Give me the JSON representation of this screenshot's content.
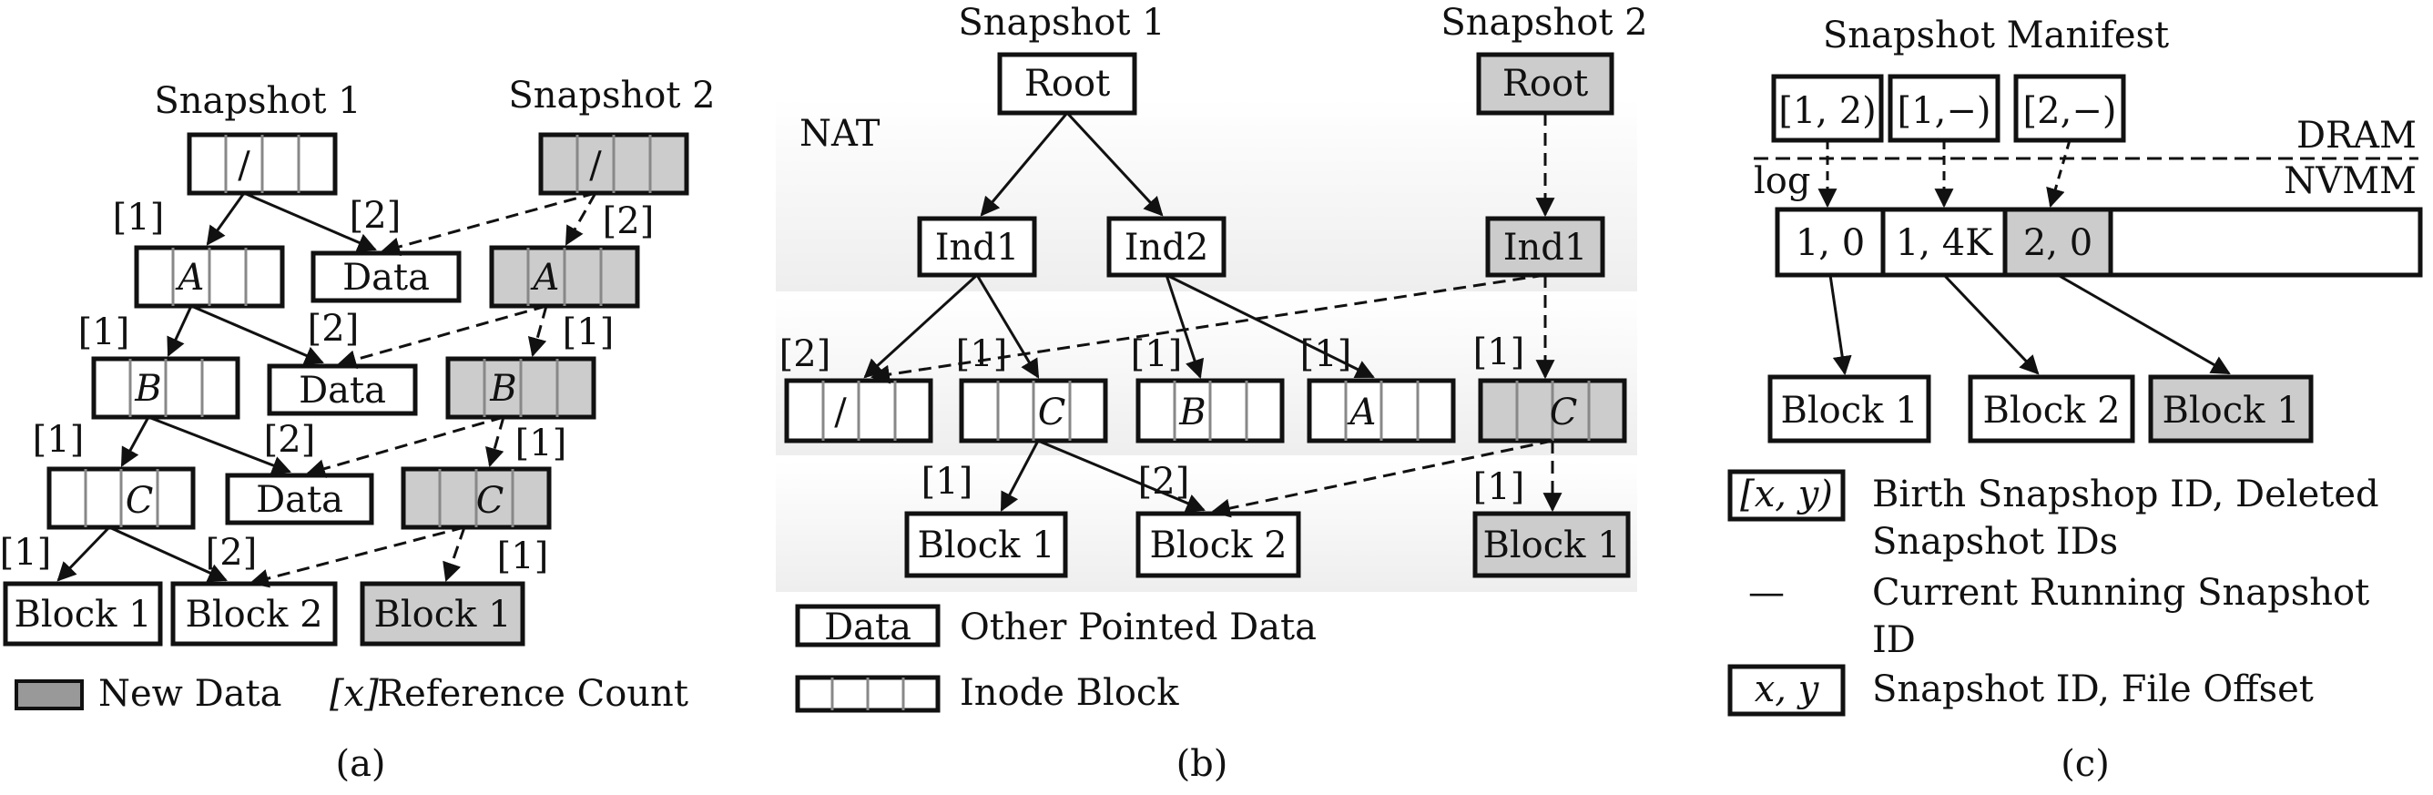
{
  "panel_a": {
    "snapshot1": "Snapshot 1",
    "snapshot2": "Snapshot 2",
    "root_label": "/",
    "a_label": "A",
    "b_label": "B",
    "c_label": "C",
    "data": "Data",
    "block1": "Block 1",
    "block2": "Block 2",
    "refs": {
      "a1": "[1]",
      "d1": "[2]",
      "a2": "[2]",
      "b1": "[1]",
      "d2": "[2]",
      "b2": "[1]",
      "c1": "[1]",
      "d3": "[2]",
      "c2": "[1]",
      "blk1": "[1]",
      "blk2": "[2]",
      "blk3": "[1]"
    },
    "legend_new": "New Data",
    "legend_ref_sym": "[x]",
    "legend_ref": "Reference Count",
    "caption": "(a)"
  },
  "panel_b": {
    "snapshot1": "Snapshot 1",
    "snapshot2": "Snapshot 2",
    "nat": "NAT",
    "root": "Root",
    "ind1": "Ind1",
    "ind2": "Ind2",
    "inode_slash": "/",
    "inode_c": "C",
    "inode_b": "B",
    "inode_a": "A",
    "block1": "Block 1",
    "block2": "Block 2",
    "refs": {
      "r1": "[2]",
      "r2": "[1]",
      "r3": "[1]",
      "r4": "[1]",
      "r5": "[1]",
      "r6": "[1]",
      "r7": "[2]",
      "r8": "[1]"
    },
    "legend_data": "Data",
    "legend_data_text": "Other Pointed Data",
    "legend_inode_text": "Inode Block",
    "caption": "(b)"
  },
  "panel_c": {
    "title": "Snapshot Manifest",
    "manifest": [
      "[1, 2)",
      "[1,−)",
      "[2,−)"
    ],
    "dram": "DRAM",
    "nvmm": "NVMM",
    "log": "log",
    "log_entries": [
      "1, 0",
      "1, 4K",
      "2, 0"
    ],
    "blocks": [
      "Block 1",
      "Block 2",
      "Block 1"
    ],
    "legend": [
      {
        "symbol": "[x, y)",
        "text1": "Birth Snapshop ID, Deleted",
        "text2": "Snapshot IDs"
      },
      {
        "symbol": "—",
        "text1": "Current Running Snapshot",
        "text2": "ID"
      },
      {
        "symbol": "x, y",
        "text1": "Snapshot ID, File Offset"
      }
    ],
    "caption": "(c)"
  },
  "colors": {
    "new_fill": "#cccccc",
    "legend_fill": "#999999",
    "band_fill": "#f0f0f0",
    "stroke": "#111111"
  }
}
